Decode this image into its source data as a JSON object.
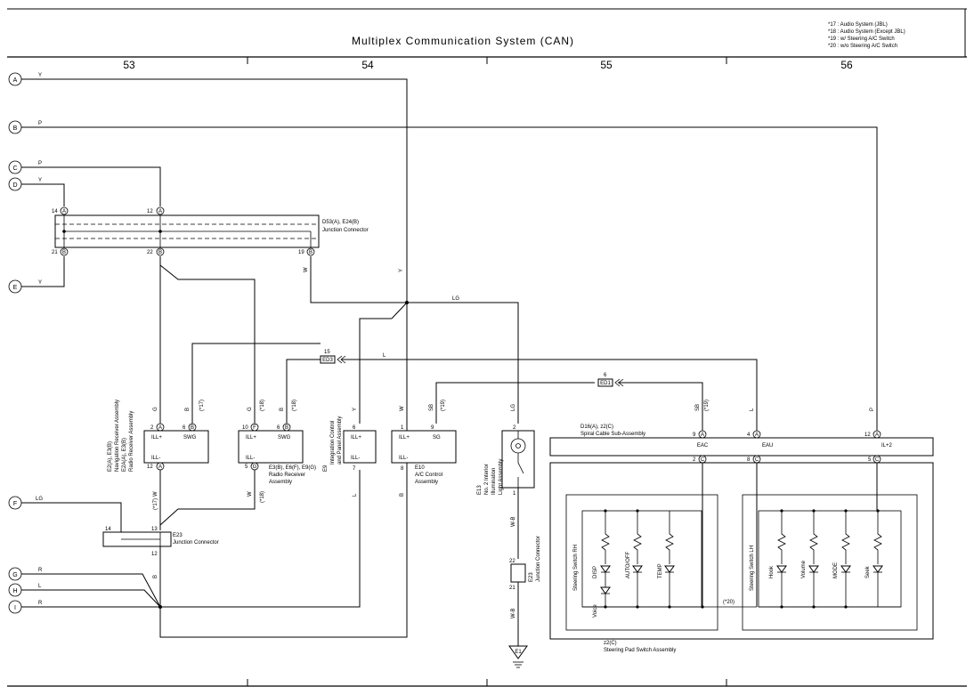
{
  "title": "Multiplex Communication System (CAN)",
  "notes": [
    "*17 : Audio System (JBL)",
    "*18 : Audio System (Except JBL)",
    "*19 : w/ Steering A/C Switch",
    "*20 : w/o Steering A/C Switch"
  ],
  "columns": [
    "53",
    "54",
    "55",
    "56"
  ],
  "connectors_left": [
    "A",
    "B",
    "C",
    "D",
    "E",
    "F",
    "G",
    "H",
    "I"
  ],
  "wire_colors": {
    "a": "Y",
    "b": "P",
    "c": "P",
    "d": "Y",
    "e": "Y",
    "f": "LG",
    "g": "R",
    "h": "L",
    "i": "R",
    "top_lg": "LG",
    "ed3_l": "L",
    "w_19": "W",
    "y_54": "Y",
    "ilcol_g": "G",
    "ilcol_b": "B",
    "radio_g": "G",
    "radio_b": "B",
    "e9_y": "Y",
    "e10_w": "W",
    "e10_sb": "SB",
    "e13_lg": "LG",
    "d16_sb": "SB",
    "d16_l": "L",
    "d16_p": "P",
    "e2_w": "W",
    "e3_w": "W",
    "e9_l": "L",
    "e10_b": "B",
    "e23_b": "B",
    "e13_wb": "W-B",
    "e1_wb": "W-B"
  },
  "junction_d53": {
    "name": "D53(A), E24(B)",
    "desc": "Junction Connector",
    "pins": {
      "p14": "14",
      "p12": "12",
      "p21": "21",
      "p22": "22",
      "p19": "19"
    },
    "letters": {
      "a": "A",
      "b": "B"
    }
  },
  "ed3": {
    "label": "ED3",
    "pin": "15"
  },
  "ed1": {
    "label": "ED1",
    "pin": "6"
  },
  "e2": {
    "name": "E2(A), E3(B)",
    "line2": "Navigation Receiver Assembly",
    "line3": "E2A(A), E3(B)",
    "line4": "Radio Receiver Assembly",
    "ill_plus": "ILL+",
    "ill_minus": "ILL-",
    "swg": "SWG",
    "pin_2": "2",
    "pin_6": "6",
    "pin_12": "12",
    "note_17": "(*17)"
  },
  "e3": {
    "name": "E3(B), E6(F), E9(G)",
    "desc": "Radio Receiver",
    "desc2": "Assembly",
    "ill_plus": "ILL+",
    "ill_minus": "ILL-",
    "swg": "SWG",
    "pin_10": "10",
    "pin_6": "6",
    "pin_5": "5",
    "note_18": "(*18)"
  },
  "e9": {
    "name": "E9",
    "desc": "Integration Control",
    "desc2": "and Panel Assembly",
    "ill_plus": "ILL+",
    "ill_minus": "ILL-",
    "pin_6": "6",
    "pin_7": "7"
  },
  "e10": {
    "name": "E10",
    "desc": "A/C Control",
    "desc2": "Assembly",
    "ill_plus": "ILL+",
    "ill_minus": "ILL-",
    "sg": "SG",
    "pin_1": "1",
    "pin_9": "9",
    "pin_8": "8",
    "note_19": "(*19)"
  },
  "e13": {
    "name": "E13",
    "desc": "No. 2 Interior",
    "desc2": "Illumination",
    "desc3": "Light Assembly",
    "pin_2": "2",
    "pin_1": "1"
  },
  "d16": {
    "name": "D16(A), z2(C)",
    "desc": "Spiral Cable Sub-Assembly",
    "eac": "EAC",
    "eau": "EAU",
    "il2": "IL+2",
    "pin_9": "9",
    "pin_4": "4",
    "pin_12": "12",
    "pin_2": "2",
    "pin_8": "8",
    "pin_5": "5",
    "note_19": "(*19)"
  },
  "e23": {
    "name": "E23",
    "desc": "Junction Connector",
    "pin_14": "14",
    "pin_13": "13",
    "pin_12": "12"
  },
  "e23b": {
    "name": "E23",
    "desc": "Junction Connector",
    "pin_22": "22",
    "pin_21": "21"
  },
  "e1": {
    "name": "E1"
  },
  "z2": {
    "name": "z2(C)",
    "desc": "Steering Pad Switch Assembly"
  },
  "switch_rh": {
    "label": "Steering Switch RH",
    "items": [
      "DISP",
      "AUTO/OFF",
      "TEMP",
      "Voice"
    ]
  },
  "switch_lh": {
    "label": "Steering Switch LH",
    "items": [
      "Hook",
      "Volume",
      "MODE",
      "Seek"
    ]
  },
  "note_20": "(*20)"
}
